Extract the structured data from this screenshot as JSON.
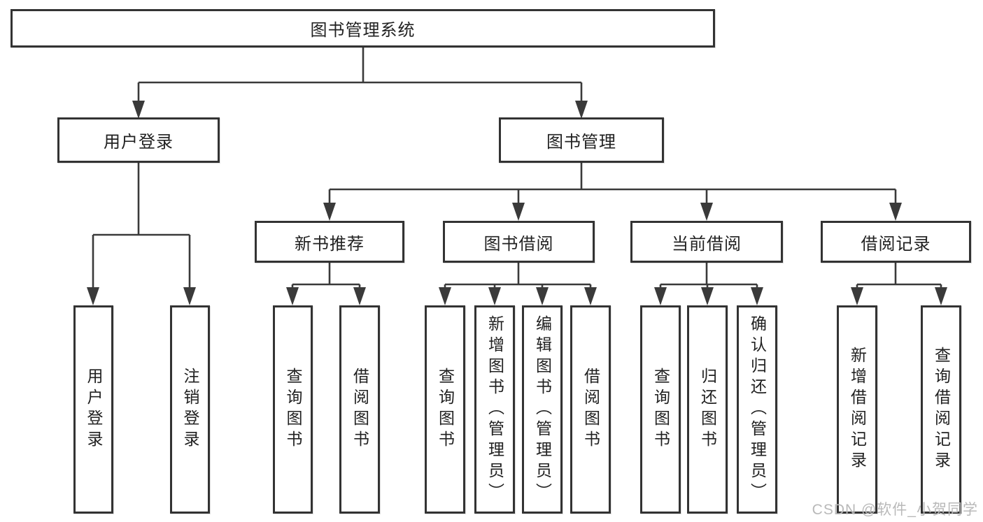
{
  "tree": {
    "label": "图书管理系统",
    "children": [
      {
        "label": "用户登录",
        "children": [
          {
            "label": "用户登录"
          },
          {
            "label": "注销登录"
          }
        ]
      },
      {
        "label": "图书管理",
        "children": [
          {
            "label": "新书推荐",
            "children": [
              {
                "label": "查询图书"
              },
              {
                "label": "借阅图书"
              }
            ]
          },
          {
            "label": "图书借阅",
            "children": [
              {
                "label": "查询图书"
              },
              {
                "label": "新增图书（管理员）"
              },
              {
                "label": "编辑图书（管理员）"
              },
              {
                "label": "借阅图书"
              }
            ]
          },
          {
            "label": "当前借阅",
            "children": [
              {
                "label": "查询图书"
              },
              {
                "label": "归还图书"
              },
              {
                "label": "确认归还（管理员）"
              }
            ]
          },
          {
            "label": "借阅记录",
            "children": [
              {
                "label": "新增借阅记录"
              },
              {
                "label": "查询借阅记录"
              }
            ]
          }
        ]
      }
    ]
  },
  "watermark": {
    "text": "CSDN @软件_小贺同学"
  },
  "colors": {
    "line": "#3a3a3a",
    "box_border": "#333333",
    "text": "#212121",
    "watermark": "#b9b9b9",
    "background": "#ffffff"
  }
}
